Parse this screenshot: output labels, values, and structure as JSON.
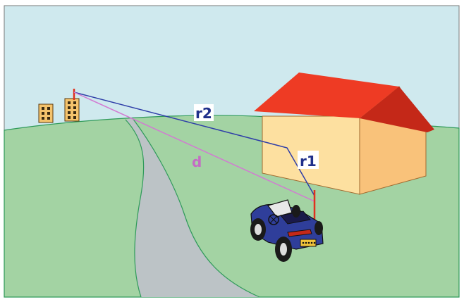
{
  "labels": {
    "r1": "r1",
    "r2": "r2",
    "d": "d"
  },
  "colors": {
    "sky": "#cfe9ee",
    "grass": "#a3d3a3",
    "grass_edge": "#2f9a5a",
    "road": "#bcc3c6",
    "roof": "#ee3b24",
    "wall_front": "#fde0a0",
    "wall_side": "#f9c27a",
    "building": "#f4c36c",
    "car_body": "#2f3e9a",
    "antenna": "#e0301e",
    "reflected_path": "#2f3ea8",
    "direct_path": "#d27ad2",
    "label_r": "#1f2f8a",
    "label_d": "#c46cc4"
  }
}
